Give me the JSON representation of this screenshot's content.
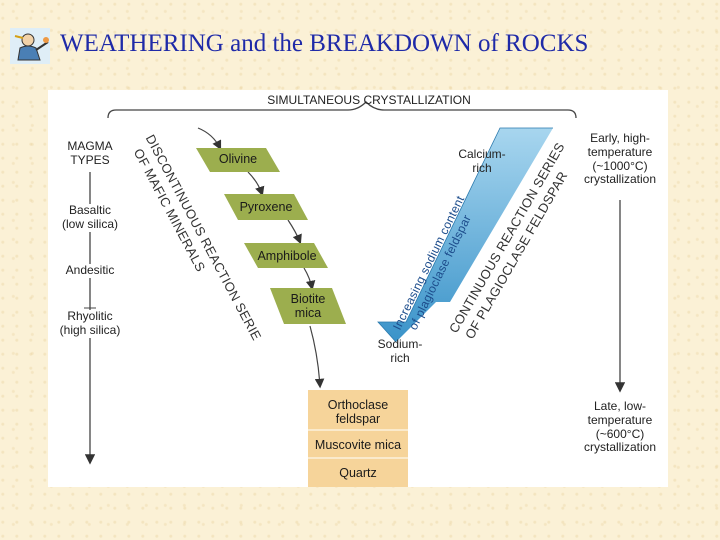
{
  "title": "WEATHERING and the BREAKDOWN of ROCKS",
  "logo_icon": "scientist-cartoon-icon",
  "colors": {
    "title": "#1f2aa8",
    "mineral_box": "#9cae4e",
    "final_box": "#f6d49a",
    "plagioclase_arrow": "#58a9d6",
    "background": "#fbf1d6"
  },
  "diagram": {
    "header": "SIMULTANEOUS CRYSTALLIZATION",
    "magma": {
      "heading_line1": "MAGMA",
      "heading_line2": "TYPES",
      "basaltic_line1": "Basaltic",
      "basaltic_line2": "(low silica)",
      "andesitic": "Andesitic",
      "rhyolitic_line1": "Rhyolitic",
      "rhyolitic_line2": "(high silica)"
    },
    "discontinuous_line1": "DISCONTINUOUS REACTION SERIE",
    "discontinuous_line2": "OF MAFIC MINERALS",
    "minerals": {
      "olivine": "Olivine",
      "pyroxene": "Pyroxene",
      "amphibole": "Amphibole",
      "biotite_line1": "Biotite",
      "biotite_line2": "mica"
    },
    "final": {
      "orthoclase_line1": "Orthoclase",
      "orthoclase_line2": "feldspar",
      "muscovite": "Muscovite mica",
      "quartz": "Quartz"
    },
    "plagioclase": {
      "calcium_line1": "Calcium-",
      "calcium_line2": "rich",
      "sodium_line1": "Sodium-",
      "sodium_line2": "rich",
      "sodium_content_line1": "Increasing sodium content",
      "sodium_content_line2": "of plagioclase feldspar"
    },
    "continuous_line1": "CONTINUOUS REACTION SERIES",
    "continuous_line2": "OF PLAGIOCLASE FELDSPAR",
    "temperature": {
      "early_line1": "Early, high-",
      "early_line2": "temperature",
      "early_line3": "(~1000°C)",
      "early_line4": "crystallization",
      "late_line1": "Late, low-",
      "late_line2": "temperature",
      "late_line3": "(~600°C)",
      "late_line4": "crystallization"
    }
  }
}
